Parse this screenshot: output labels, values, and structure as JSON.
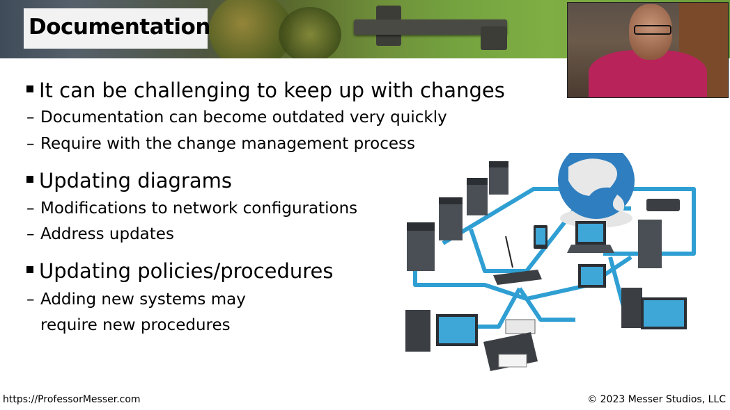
{
  "slide": {
    "title": "Documentation",
    "sections": [
      {
        "heading": "It can be challenging to keep up with changes",
        "items": [
          "Documentation can become outdated very quickly",
          "Require with the change management process"
        ]
      },
      {
        "heading": "Updating diagrams",
        "items": [
          "Modifications to network configurations",
          "Address updates"
        ]
      },
      {
        "heading": "Updating policies/procedures",
        "items": [
          "Adding new systems may",
          "require new procedures"
        ]
      }
    ]
  },
  "footer": {
    "url": "https://ProfessorMesser.com",
    "copyright": "© 2023 Messer Studios, LLC"
  },
  "colors": {
    "network_line": "#2f9fd3",
    "title_box_bg": "#f2f2f2",
    "globe_ocean": "#2f7fc0"
  },
  "icons": [
    "server-rack-icon",
    "globe-icon",
    "wireless-router-icon",
    "laptop-icon",
    "tablet-icon",
    "desktop-computer-icon",
    "printer-icon",
    "network-switch-icon"
  ]
}
